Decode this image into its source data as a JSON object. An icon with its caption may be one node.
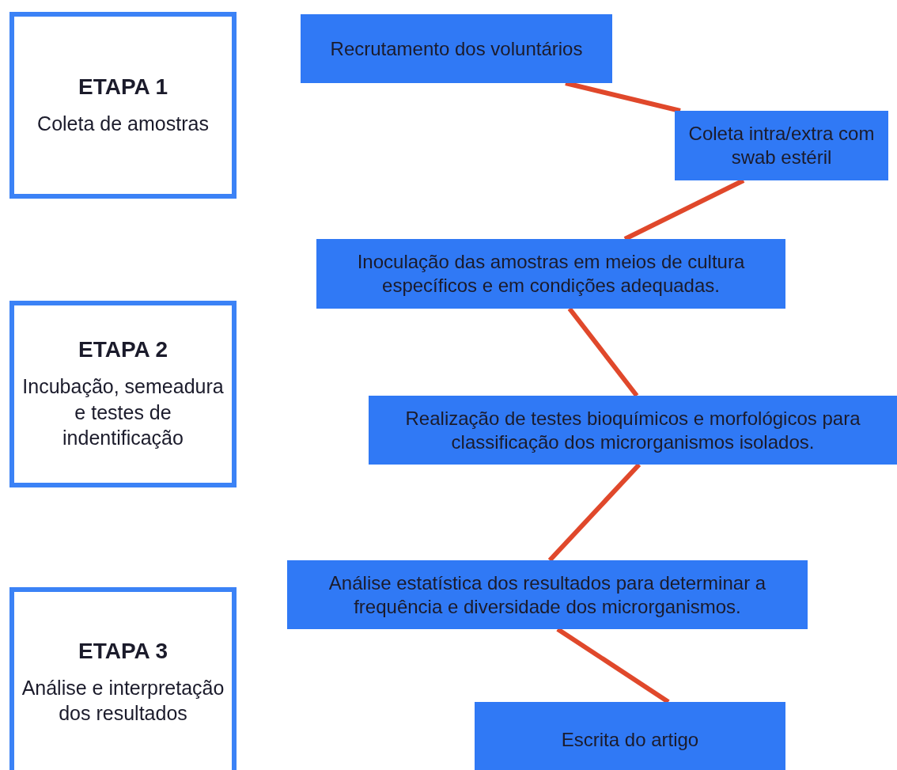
{
  "diagram": {
    "nodes": [
      {
        "text": [
          "ETAPA 1",
          "Coleta de amostras"
        ]
      },
      {
        "text": [
          "ETAPA 2",
          "Incubação, semeadura e testes de indentificação"
        ]
      },
      {
        "text": [
          "ETAPA 3",
          "Análise e interpretação dos resultados"
        ]
      },
      {
        "text": [
          "Recrutamento dos voluntários"
        ]
      },
      {
        "text": [
          "Coleta intra/extra com swab estéril"
        ]
      },
      {
        "text": [
          "Inoculação das amostras em meios de cultura específicos e em condições adequadas."
        ]
      },
      {
        "text": [
          "Realização de testes bioquímicos e morfológicos para classificação dos microrganismos isolados."
        ]
      },
      {
        "text": [
          "Análise estatística dos resultados para determinar a frequência e diversidade dos microrganismos."
        ]
      },
      {
        "text": [
          "Escrita do artigo"
        ]
      }
    ],
    "edges": [
      {
        "from": 3,
        "to": 4,
        "arrow": "none"
      },
      {
        "from": 4,
        "to": 5,
        "arrow": "none"
      },
      {
        "from": 5,
        "to": 6,
        "arrow": "none"
      },
      {
        "from": 6,
        "to": 7,
        "arrow": "none"
      },
      {
        "from": 7,
        "to": 8,
        "arrow": "none"
      }
    ]
  }
}
